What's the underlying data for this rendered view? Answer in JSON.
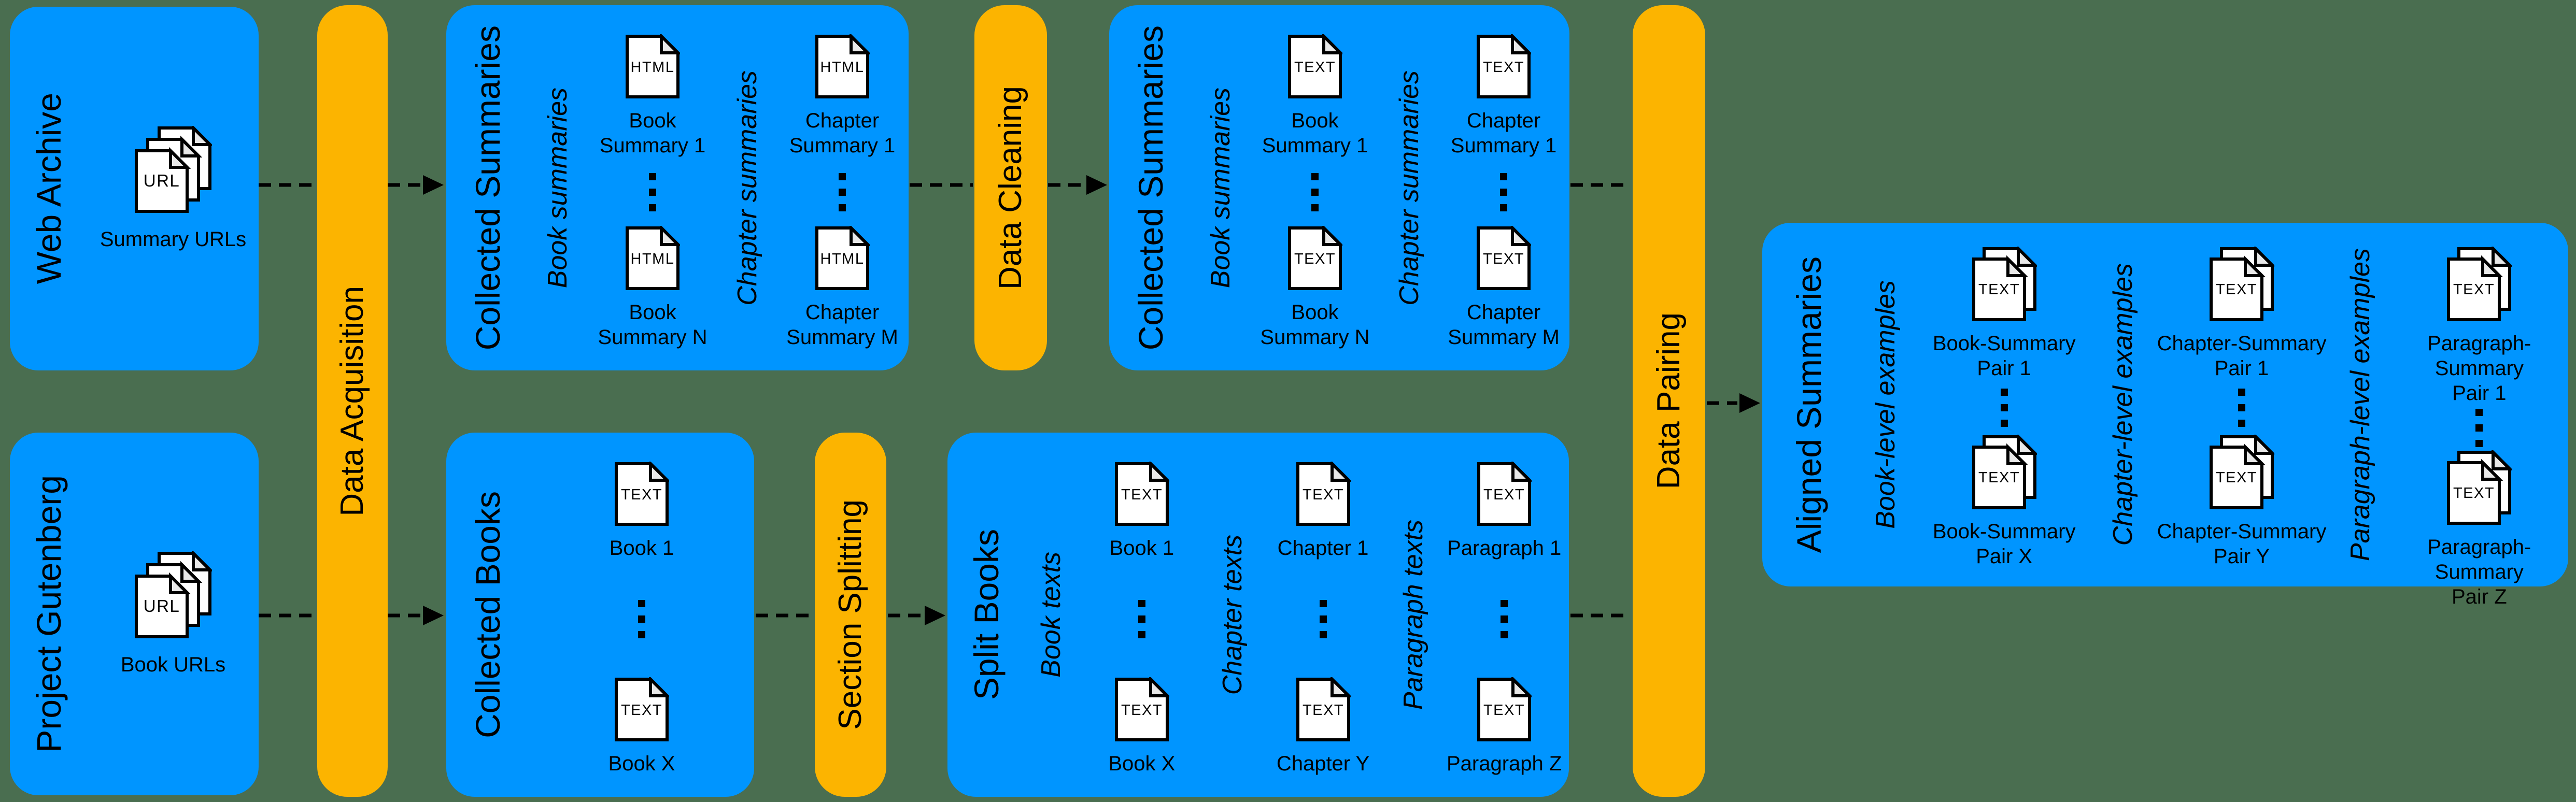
{
  "background_color": "#4a6e50",
  "colors": {
    "stage_box_blue": "#0095ff",
    "process_bar_orange": "#fcb400",
    "connector_black": "#000000",
    "doc_fill_white": "#ffffff",
    "doc_fold_gray": "#e8e8e8"
  },
  "bars": {
    "data_acquisition": {
      "label": "Data Acquisition"
    },
    "data_cleaning": {
      "label": "Data Cleaning"
    },
    "section_splitting": {
      "label": "Section Splitting"
    },
    "data_pairing": {
      "label": "Data Pairing"
    }
  },
  "boxes": {
    "web_archive": {
      "title": "Web Archive",
      "doc": {
        "icon_label": "URL",
        "caption": "Summary URLs"
      }
    },
    "project_gutenberg": {
      "title": "Project Gutenberg",
      "doc": {
        "icon_label": "URL",
        "caption": "Book URLs"
      }
    },
    "collected_summaries_html": {
      "title": "Collected Summaries",
      "groups": [
        {
          "label": "Book summaries",
          "docs": [
            {
              "icon_label": "HTML",
              "caption": "Book\nSummary 1"
            },
            {
              "icon_label": "HTML",
              "caption": "Book\nSummary N"
            }
          ]
        },
        {
          "label": "Chapter summaries",
          "docs": [
            {
              "icon_label": "HTML",
              "caption": "Chapter\nSummary 1"
            },
            {
              "icon_label": "HTML",
              "caption": "Chapter\nSummary M"
            }
          ]
        }
      ]
    },
    "collected_books": {
      "title": "Collected Books",
      "docs": [
        {
          "icon_label": "TEXT",
          "caption": "Book 1"
        },
        {
          "icon_label": "TEXT",
          "caption": "Book X"
        }
      ]
    },
    "collected_summaries_text": {
      "title": "Collected Summaries",
      "groups": [
        {
          "label": "Book summaries",
          "docs": [
            {
              "icon_label": "TEXT",
              "caption": "Book\nSummary 1"
            },
            {
              "icon_label": "TEXT",
              "caption": "Book\nSummary N"
            }
          ]
        },
        {
          "label": "Chapter summaries",
          "docs": [
            {
              "icon_label": "TEXT",
              "caption": "Chapter\nSummary 1"
            },
            {
              "icon_label": "TEXT",
              "caption": "Chapter\nSummary M"
            }
          ]
        }
      ]
    },
    "split_books": {
      "title": "Split Books",
      "groups": [
        {
          "label": "Book texts",
          "docs": [
            {
              "icon_label": "TEXT",
              "caption": "Book 1"
            },
            {
              "icon_label": "TEXT",
              "caption": "Book X"
            }
          ]
        },
        {
          "label": "Chapter texts",
          "docs": [
            {
              "icon_label": "TEXT",
              "caption": "Chapter 1"
            },
            {
              "icon_label": "TEXT",
              "caption": "Chapter Y"
            }
          ]
        },
        {
          "label": "Paragraph texts",
          "docs": [
            {
              "icon_label": "TEXT",
              "caption": "Paragraph 1"
            },
            {
              "icon_label": "TEXT",
              "caption": "Paragraph Z"
            }
          ]
        }
      ]
    },
    "aligned_summaries": {
      "title": "Aligned Summaries",
      "groups": [
        {
          "label": "Book-level examples",
          "docs": [
            {
              "icon_label": "TEXT",
              "caption": "Book-Summary\nPair 1"
            },
            {
              "icon_label": "TEXT",
              "caption": "Book-Summary\nPair X"
            }
          ]
        },
        {
          "label": "Chapter-level examples",
          "docs": [
            {
              "icon_label": "TEXT",
              "caption": "Chapter-Summary\nPair 1"
            },
            {
              "icon_label": "TEXT",
              "caption": "Chapter-Summary\nPair Y"
            }
          ]
        },
        {
          "label": "Paragraph-level examples",
          "docs": [
            {
              "icon_label": "TEXT",
              "caption": "Paragraph-Summary\nPair 1"
            },
            {
              "icon_label": "TEXT",
              "caption": "Paragraph-Summary\nPair Z"
            }
          ]
        }
      ]
    }
  }
}
